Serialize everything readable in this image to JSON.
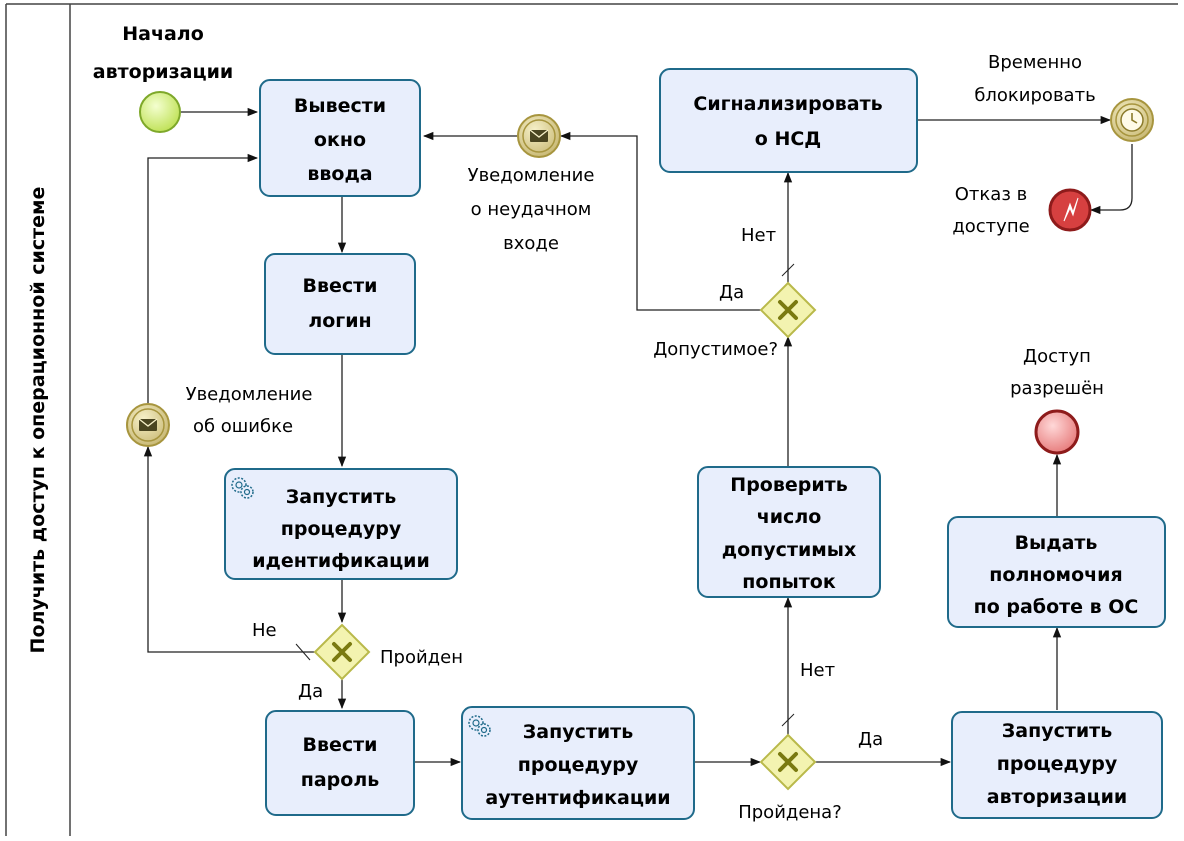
{
  "pool": {
    "title": "Получить доступ к операционной системе"
  },
  "events": {
    "start": [
      "Начало",
      "авторизации"
    ],
    "timer": [
      "Временно",
      "блокировать"
    ],
    "error": [
      "Отказ в",
      "доступе"
    ],
    "end": [
      "Доступ",
      "разрешён"
    ]
  },
  "tasks": {
    "show_window": [
      "Вывести",
      "окно",
      "ввода"
    ],
    "enter_login": [
      "Ввести",
      "логин"
    ],
    "run_identification": [
      "Запустить",
      "процедуру",
      "идентификации"
    ],
    "enter_password": [
      "Ввести",
      "пароль"
    ],
    "run_authentication": [
      "Запустить",
      "процедуру",
      "аутентификации"
    ],
    "check_attempts": [
      "Проверить",
      "число",
      "допустимых",
      "попыток"
    ],
    "signal_nsd": [
      "Сигнализировать",
      "о НСД"
    ],
    "run_authorization": [
      "Запустить",
      "процедуру",
      "авторизации"
    ],
    "grant_permissions": [
      "Выдать",
      "полномочия",
      "по работе в ОС"
    ]
  },
  "messages": {
    "failed_login": [
      "Уведомление",
      "о неудачном",
      "входе"
    ],
    "error_notice": [
      "Уведомление",
      "об ошибке"
    ]
  },
  "gateways": {
    "identification": "Пройден",
    "authentication": "Пройдена?",
    "allowed": "Допустимое?"
  },
  "flows": {
    "id_no": "Не",
    "id_yes": "Да",
    "auth_no": "Нет",
    "auth_yes": "Да",
    "allowed_no": "Нет",
    "allowed_yes": "Да"
  },
  "colors": {
    "task_fill": "#e8eefc",
    "task_stroke": "#1f6a8a",
    "start_fill": "#d8f08a",
    "end_fill": "#f08a8a",
    "gateway_fill": "#f3f3b0"
  }
}
